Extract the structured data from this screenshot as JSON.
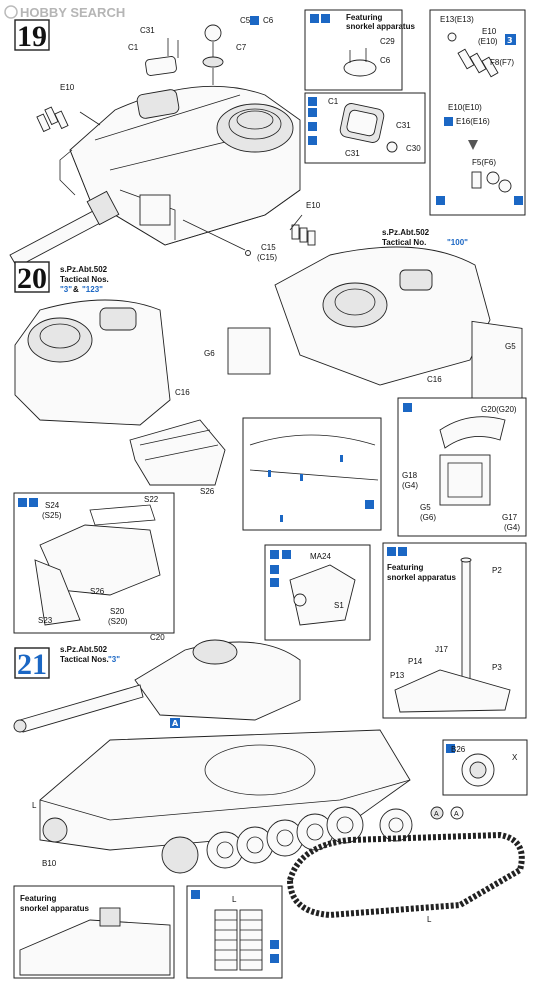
{
  "watermark": {
    "brand": "HOBBY SEARCH"
  },
  "steps": [
    {
      "number": "19"
    },
    {
      "number": "20",
      "unit": "s.Pz.Abt.502",
      "tactical_prefix": "Tactical Nos.",
      "tactical_a": "\"3\"",
      "amp": "&",
      "tactical_b": "\"123\""
    },
    {
      "number": "21",
      "unit": "s.Pz.Abt.502",
      "tactical_prefix": "Tactical Nos.",
      "tactical_a": "\"3\""
    }
  ],
  "step19": {
    "labels": [
      "C31",
      "C5",
      "C6",
      "C1",
      "C7",
      "E10",
      "E10",
      "C15",
      "(C15)"
    ]
  },
  "snorkel_box": {
    "title_line1": "Featuring",
    "title_line2": "snorkel apparatus",
    "labels": [
      "C29",
      "C6"
    ]
  },
  "hatch_inset": {
    "labels": [
      "C1",
      "C31",
      "C31",
      "C30"
    ]
  },
  "smoke_box": {
    "labels": [
      "E13(E13)",
      "E10",
      "(E10)",
      "F8(F7)",
      "E10(E10)",
      "E16(E16)",
      "F5(F6)"
    ],
    "badge": "3"
  },
  "tac100": {
    "unit": "s.Pz.Abt.502",
    "tactical": "Tactical No.",
    "number": "\"100\"",
    "labels": [
      "G6",
      "C16",
      "G5"
    ]
  },
  "step20": {
    "labels": [
      "C16",
      "S26"
    ]
  },
  "stowage_box": {
    "labels": [
      "G20(G20)",
      "G18",
      "(G4)",
      "G5",
      "(G6)",
      "G17",
      "(G4)"
    ]
  },
  "mantlet_box": {
    "labels": [
      "S24",
      "(S25)",
      "S22",
      "S26",
      "S23",
      "S20",
      "(S20)"
    ]
  },
  "ma_box": {
    "labels": [
      "MA24",
      "S1"
    ]
  },
  "snorkel_tube_box": {
    "title_line1": "Featuring",
    "title_line2": "snorkel apparatus",
    "labels": [
      "P2",
      "J17",
      "P14",
      "P13",
      "P3"
    ]
  },
  "step21": {
    "labels": [
      "C20",
      "L",
      "B10",
      "B26",
      "X",
      "L",
      "L"
    ],
    "callout_a": "A",
    "badge_a": "A"
  },
  "bottom_snorkel": {
    "title_line1": "Featuring",
    "title_line2": "snorkel apparatus"
  },
  "colors": {
    "accent": "#1b67c4",
    "ink": "#222222",
    "paper": "#ffffff"
  }
}
